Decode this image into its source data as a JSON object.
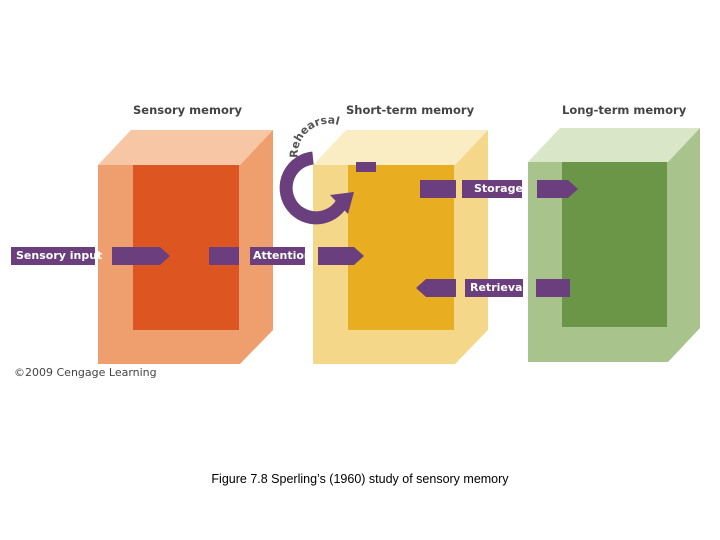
{
  "headers": {
    "sensory": "Sensory memory",
    "short_term": "Short-term memory",
    "long_term": "Long-term memory"
  },
  "labels": {
    "sensory_input": "Sensory input",
    "attention": "Attention",
    "storage": "Storage",
    "retrieval": "Retrieval",
    "rehearsal": "Rehearsal"
  },
  "copyright": {
    "symbol": "©",
    "text": "2009 Cengage Learning"
  },
  "caption": "Figure 7.8   Sperling’s (1960) study of sensory memory",
  "colors": {
    "sensory_front": "#ef9f6e",
    "sensory_top": "#f7c6a5",
    "sensory_inner": "#dd5621",
    "stm_front": "#f5d78a",
    "stm_top": "#fbedc3",
    "stm_inner": "#e9ad22",
    "ltm_front": "#a8c38c",
    "ltm_top": "#d9e6c8",
    "ltm_inner": "#6b9647",
    "arrow": "#6b3f7e"
  }
}
